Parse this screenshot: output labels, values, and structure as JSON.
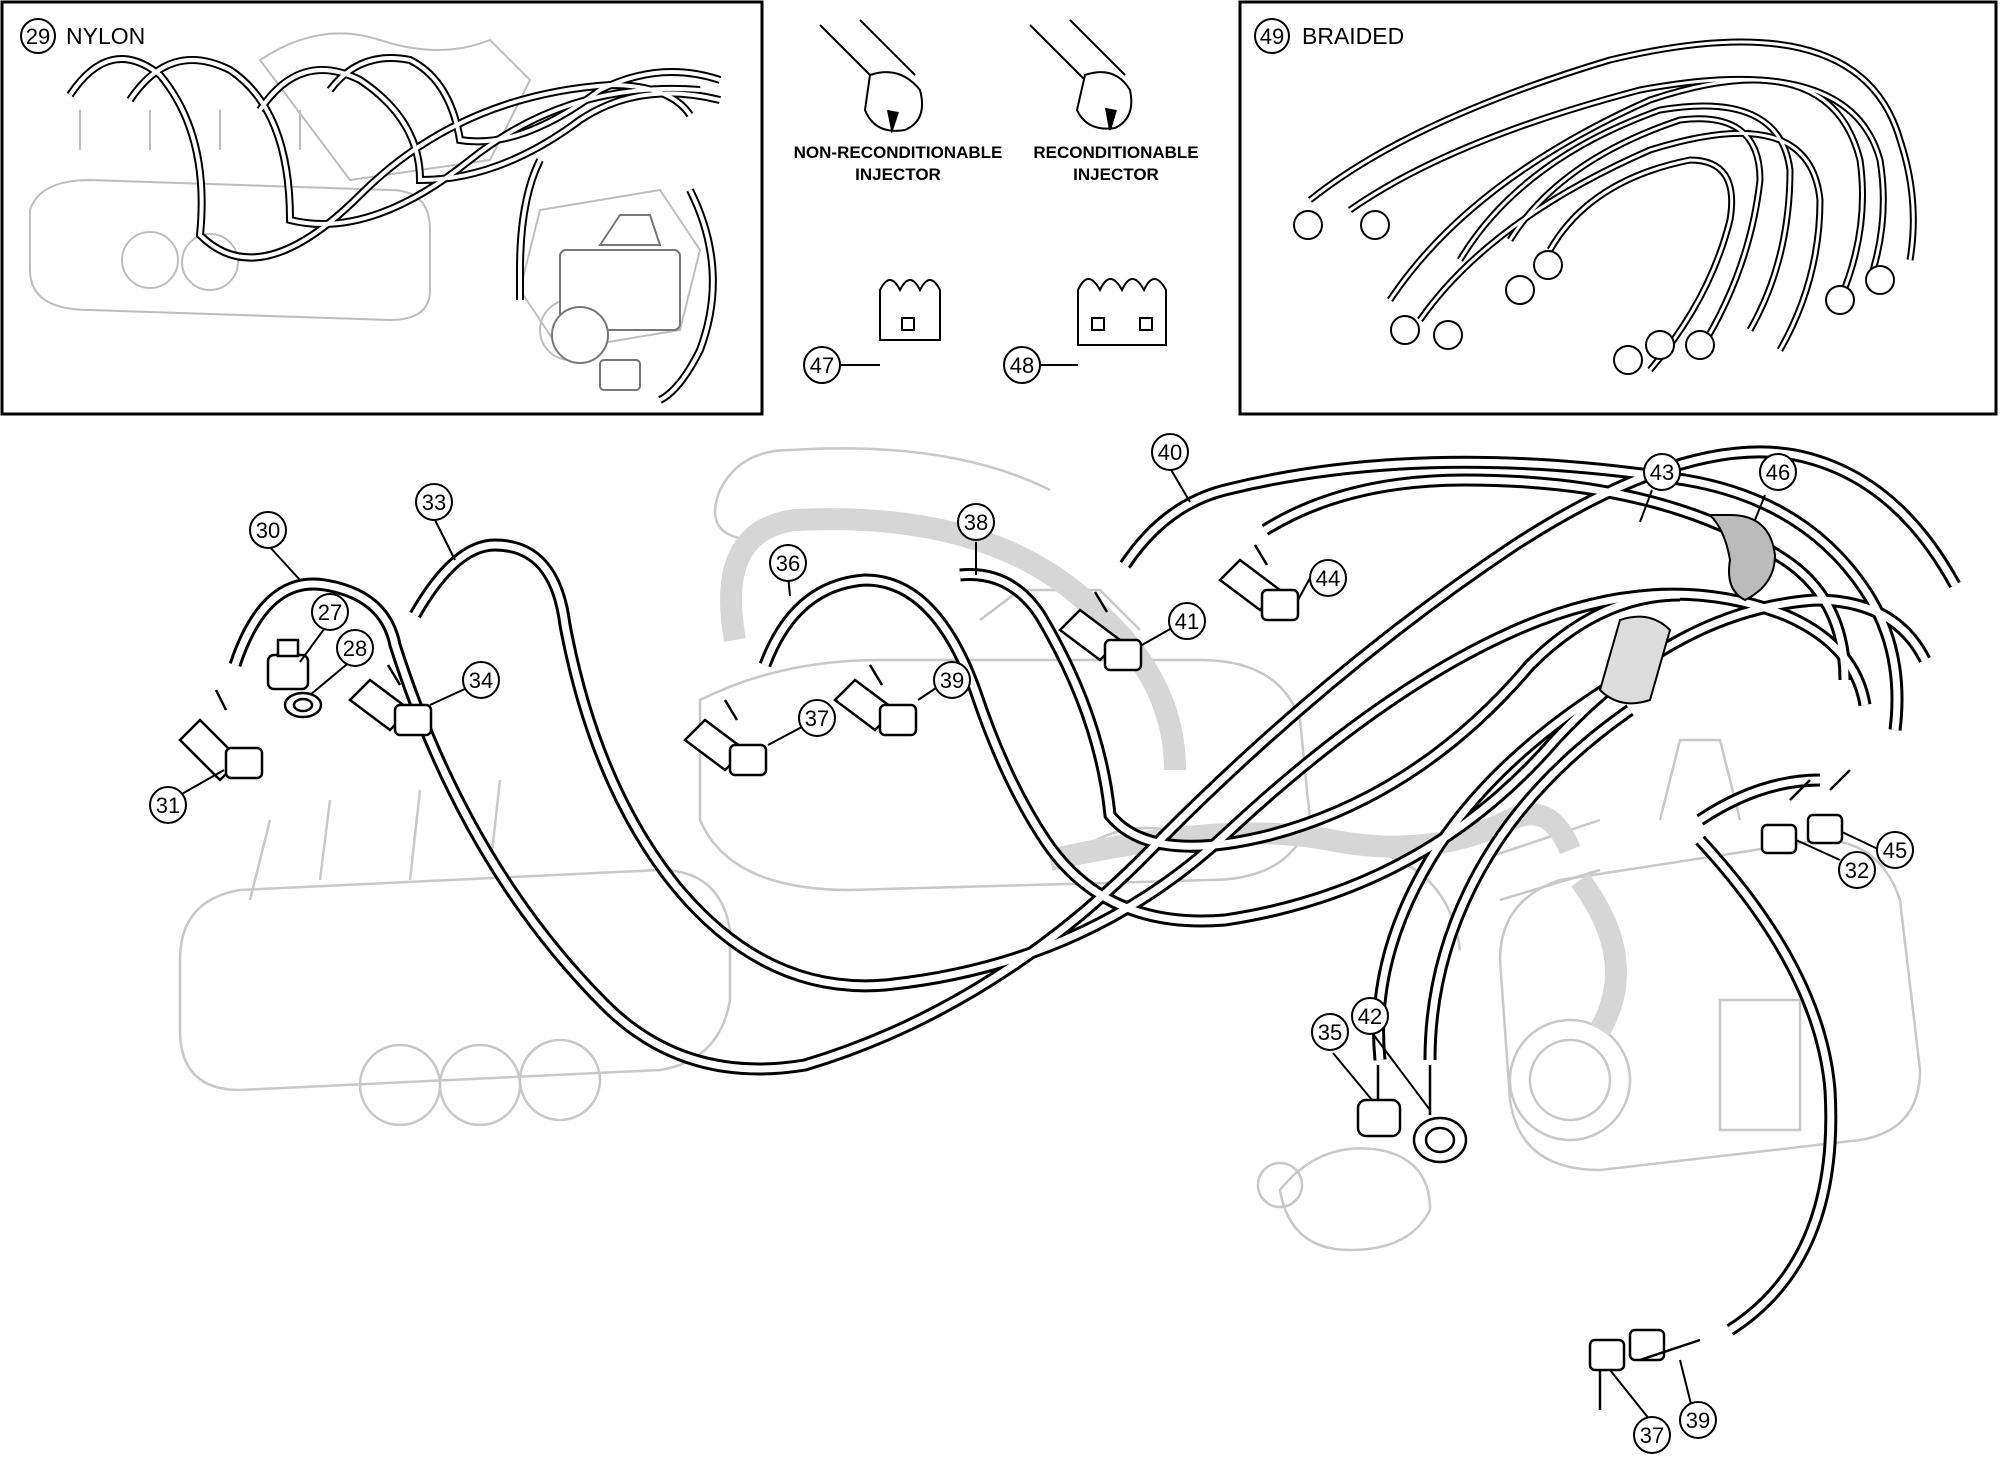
{
  "panels": {
    "nylon": {
      "number": "29",
      "title": "NYLON"
    },
    "braided": {
      "number": "49",
      "title": "BRAIDED"
    },
    "injectors": {
      "non_reconditionable": {
        "line1": "NON-RECONDITIONABLE",
        "line2": "INJECTOR"
      },
      "reconditionable": {
        "line1": "RECONDITIONABLE",
        "line2": "INJECTOR"
      },
      "clip_small": "47",
      "clip_large": "48"
    }
  },
  "callouts": {
    "c27": "27",
    "c28": "28",
    "c30": "30",
    "c31": "31",
    "c32": "32",
    "c33": "33",
    "c34": "34",
    "c35": "35",
    "c36": "36",
    "c37": "37",
    "c37b": "37",
    "c38": "38",
    "c39": "39",
    "c39b": "39",
    "c40": "40",
    "c41": "41",
    "c42": "42",
    "c43": "43",
    "c44": "44",
    "c45": "45",
    "c46": "46"
  }
}
